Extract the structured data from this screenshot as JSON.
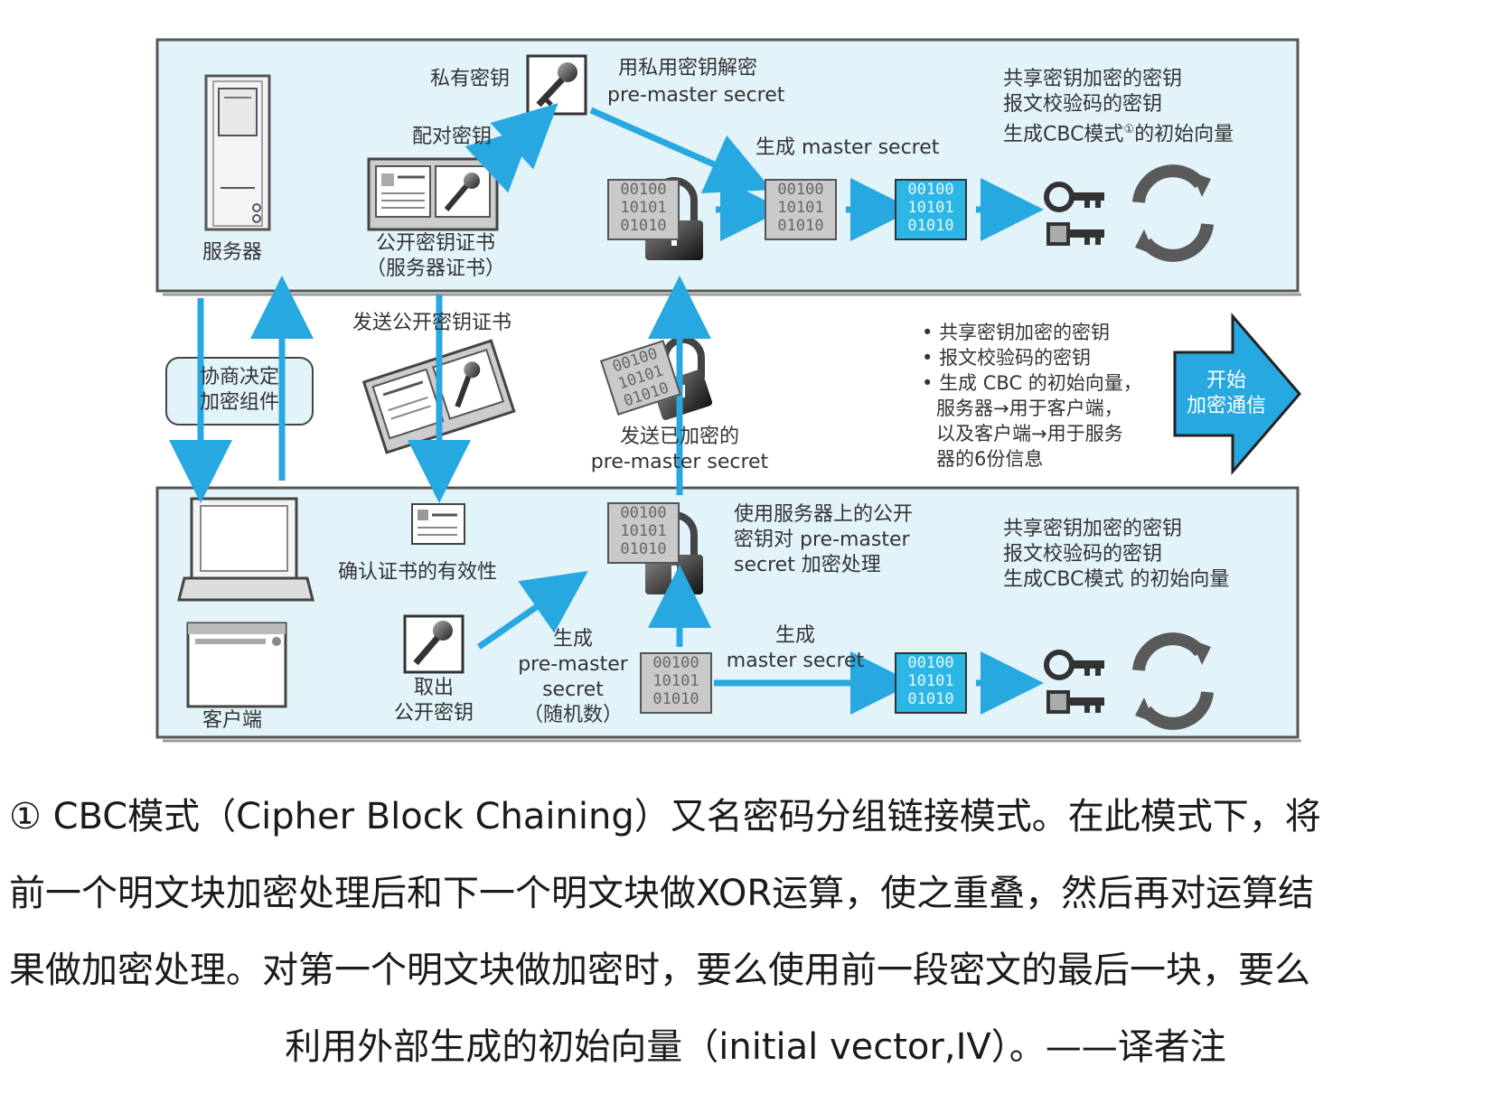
{
  "server_panel": {
    "server_label": "服务器",
    "private_key_label": "私有密钥",
    "pair_key_label": "配对密钥",
    "decrypt_label_1": "用私用密钥解密",
    "decrypt_label_2": "pre-master secret",
    "cert_label_1": "公开密钥证书",
    "cert_label_2": "（服务器证书）",
    "gen_master_label": "生成 master secret",
    "keys_label_1": "共享密钥加密的密钥",
    "keys_label_2": "报文校验码的密钥",
    "keys_label_3": "生成CBC模式",
    "keys_label_3_sup": "①",
    "keys_label_3_end": "的初始向量"
  },
  "middle": {
    "negotiate_1": "协商决定",
    "negotiate_2": "加密组件",
    "send_cert": "发送公开密钥证书",
    "send_pre_1": "发送已加密的",
    "send_pre_2": "pre-master secret",
    "bullets": [
      "共享密钥加密的密钥",
      "报文校验码的密钥",
      "生成 CBC 的初始向量，"
    ],
    "bullet_cont": [
      "服务器→用于客户端，",
      "以及客户端→用于服务",
      "器的6份信息"
    ],
    "start_1": "开始",
    "start_2": "加密通信"
  },
  "client_panel": {
    "client_label": "客户端",
    "verify_cert": "确认证书的有效性",
    "take_key_1": "取出",
    "take_key_2": "公开密钥",
    "gen_pre_1": "生成",
    "gen_pre_2": "pre-master",
    "gen_pre_3": "secret",
    "gen_pre_4": "（随机数）",
    "encrypt_1": "使用服务器上的公开",
    "encrypt_2": "密钥对 pre-master",
    "encrypt_3": "secret 加密处理",
    "gen_master_1": "生成",
    "gen_master_2": "master secret",
    "keys_label_1": "共享密钥加密的密钥",
    "keys_label_2": "报文校验码的密钥",
    "keys_label_3": "生成CBC模式 的初始向量"
  },
  "binary": {
    "grey": [
      "00100",
      "10101",
      "01010"
    ],
    "blue": [
      "00100",
      "10101",
      "01010"
    ]
  },
  "footnote": {
    "line1": "① CBC模式（Cipher Block Chaining）又名密码分组链接模式。在此模式下，将",
    "line2": "前一个明文块加密处理后和下一个明文块做XOR运算，使之重叠，然后再对运算结",
    "line3": "果做加密处理。对第一个明文块做加密时，要么使用前一段密文的最后一块，要么",
    "line4": "利用外部生成的初始向量（initial vector,IV）。——译者注"
  },
  "colors": {
    "panel": "#e2f3fa",
    "arrow": "#28a8e0",
    "blue_block": "#2bb6e6"
  }
}
